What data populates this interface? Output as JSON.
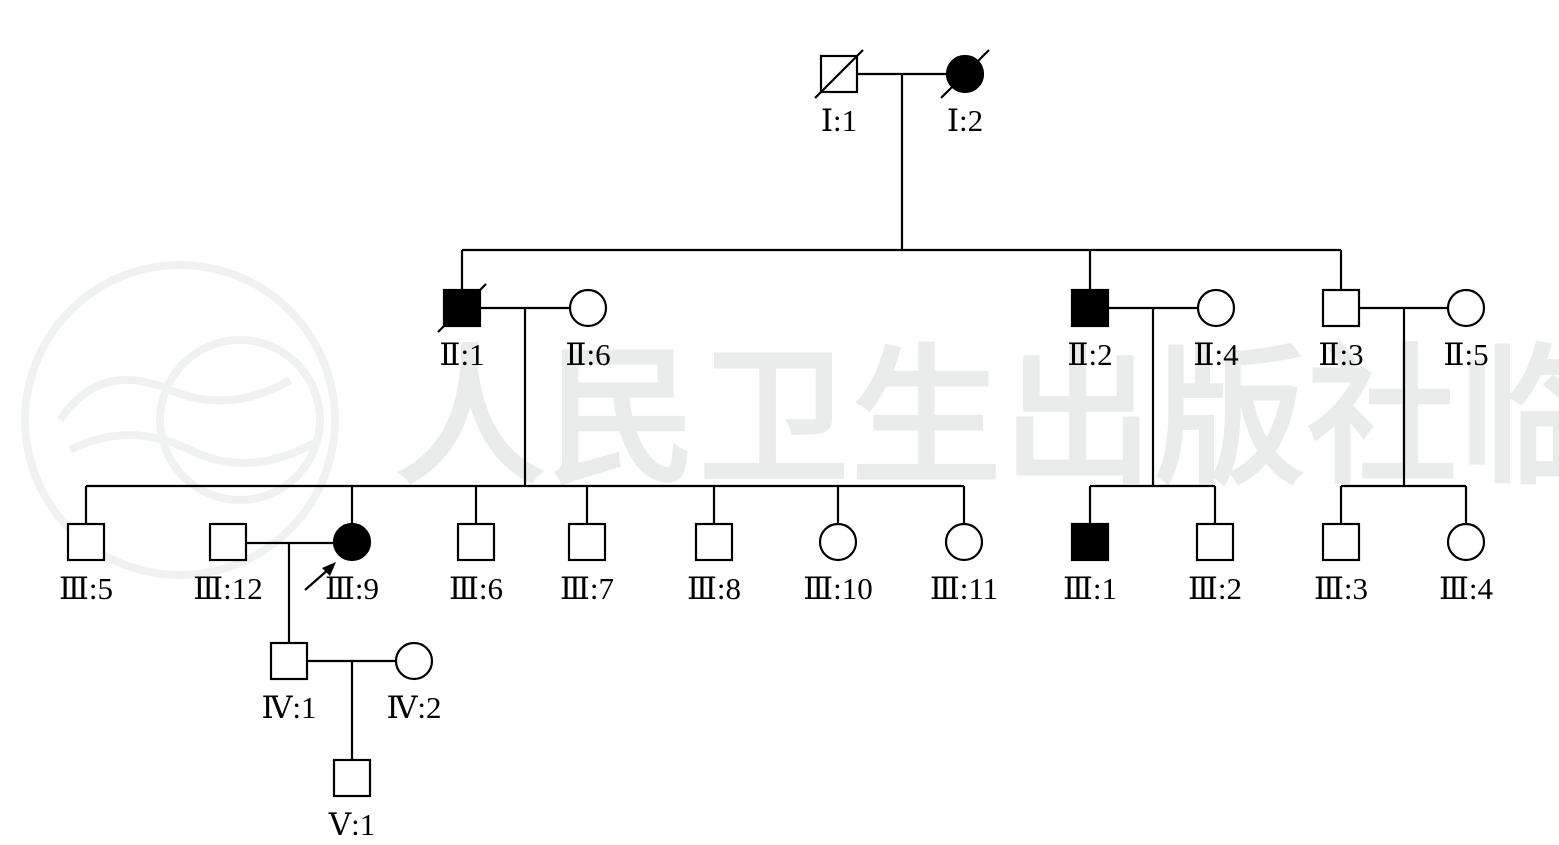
{
  "watermark": {
    "text": "人民卫生出版社临床助手",
    "color": "#e6e8e6"
  },
  "colors": {
    "affected": "#000000",
    "unaffected": "#ffffff",
    "line": "#000000"
  },
  "individuals": {
    "I1": {
      "label": "Ⅰ:1",
      "sex": "male",
      "affected": false,
      "deceased": true
    },
    "I2": {
      "label": "Ⅰ:2",
      "sex": "female",
      "affected": true,
      "deceased": true
    },
    "II1": {
      "label": "Ⅱ:1",
      "sex": "male",
      "affected": true,
      "deceased": true
    },
    "II6": {
      "label": "Ⅱ:6",
      "sex": "female",
      "affected": false,
      "deceased": false
    },
    "II2": {
      "label": "Ⅱ:2",
      "sex": "male",
      "affected": true,
      "deceased": false
    },
    "II4": {
      "label": "Ⅱ:4",
      "sex": "female",
      "affected": false,
      "deceased": false
    },
    "II3": {
      "label": "Ⅱ:3",
      "sex": "male",
      "affected": false,
      "deceased": false
    },
    "II5": {
      "label": "Ⅱ:5",
      "sex": "female",
      "affected": false,
      "deceased": false
    },
    "III5": {
      "label": "Ⅲ:5",
      "sex": "male",
      "affected": false,
      "deceased": false
    },
    "III12": {
      "label": "Ⅲ:12",
      "sex": "male",
      "affected": false,
      "deceased": false
    },
    "III9": {
      "label": "Ⅲ:9",
      "sex": "female",
      "affected": true,
      "deceased": false,
      "proband": true
    },
    "III6": {
      "label": "Ⅲ:6",
      "sex": "male",
      "affected": false,
      "deceased": false
    },
    "III7": {
      "label": "Ⅲ:7",
      "sex": "male",
      "affected": false,
      "deceased": false
    },
    "III8": {
      "label": "Ⅲ:8",
      "sex": "male",
      "affected": false,
      "deceased": false
    },
    "III10": {
      "label": "Ⅲ:10",
      "sex": "female",
      "affected": false,
      "deceased": false
    },
    "III11": {
      "label": "Ⅲ:11",
      "sex": "female",
      "affected": false,
      "deceased": false
    },
    "III1": {
      "label": "Ⅲ:1",
      "sex": "male",
      "affected": true,
      "deceased": false
    },
    "III2": {
      "label": "Ⅲ:2",
      "sex": "male",
      "affected": false,
      "deceased": false
    },
    "III3": {
      "label": "Ⅲ:3",
      "sex": "male",
      "affected": false,
      "deceased": false
    },
    "III4": {
      "label": "Ⅲ:4",
      "sex": "female",
      "affected": false,
      "deceased": false
    },
    "IV1": {
      "label": "Ⅳ:1",
      "sex": "male",
      "affected": false,
      "deceased": false
    },
    "IV2": {
      "label": "Ⅳ:2",
      "sex": "female",
      "affected": false,
      "deceased": false
    },
    "V1": {
      "label": "Ⅴ:1",
      "sex": "male",
      "affected": false,
      "deceased": false
    }
  }
}
